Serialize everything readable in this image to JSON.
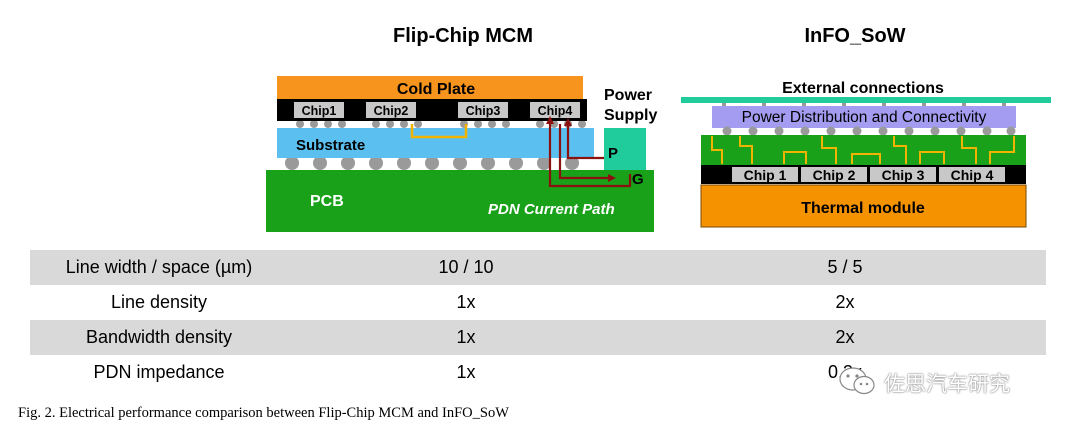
{
  "titles": {
    "left": "Flip-Chip  MCM",
    "right": "InFO_SoW"
  },
  "fc_mcm": {
    "cold_plate": "Cold Plate",
    "chips": [
      "Chip1",
      "Chip2",
      "Chip3",
      "Chip4"
    ],
    "substrate": "Substrate",
    "pcb": "PCB",
    "pdn_path": "PDN Current Path",
    "power_supply_line1": "Power",
    "power_supply_line2": "Supply",
    "p_label": "P",
    "g_label": "G"
  },
  "info_sow": {
    "external": "External connections",
    "power_dist": "Power Distribution and Connectivity",
    "chips": [
      "Chip 1",
      "Chip 2",
      "Chip 3",
      "Chip 4"
    ],
    "thermal": "Thermal module"
  },
  "table": {
    "rows": [
      {
        "metric": "Line width / space (µm)",
        "fc": "10 / 10",
        "info": "5 / 5"
      },
      {
        "metric": "Line density",
        "fc": "1x",
        "info": "2x"
      },
      {
        "metric": "Bandwidth density",
        "fc": "1x",
        "info": "2x"
      },
      {
        "metric": "PDN impedance",
        "fc": "1x",
        "info": "0.3x"
      }
    ]
  },
  "caption": "Fig. 2.   Electrical performance comparison between Flip-Chip MCM and InFO_SoW",
  "watermark": "佐思汽车研究",
  "colors": {
    "orange": "#f7941d",
    "green": "#1aa11a",
    "blue": "#5bc0f0",
    "teal": "#21cc9c",
    "purple": "#a49cf0",
    "thermal": "#f59200",
    "chip_gray": "#c8c8c8",
    "bump": "#9a9a9a",
    "path_red": "#8b1010",
    "trace_yellow": "#f2b400",
    "shade": "#d9d9d9"
  }
}
